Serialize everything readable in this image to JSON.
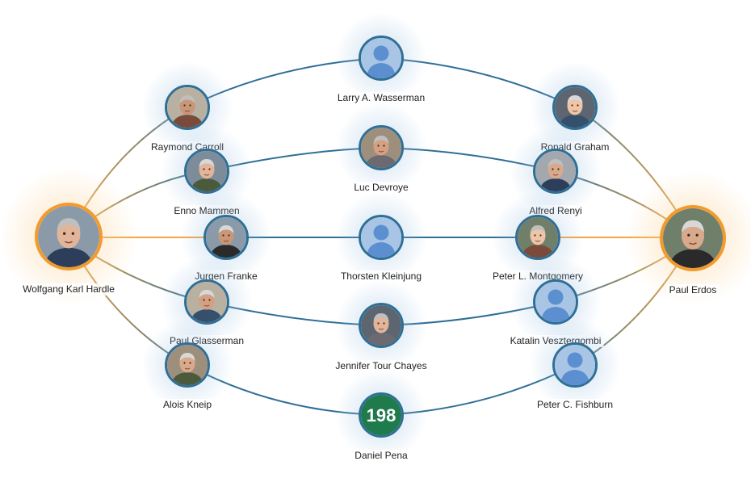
{
  "colors": {
    "edge": "#2f6f96",
    "edge_accent": "#f2a640",
    "node_border": "#2f6f96",
    "main_border": "#f29a2e",
    "placeholder_bg": "#a9c5e5",
    "placeholder_fg": "#5b8fcf",
    "badge_bg": "#1f7a4c"
  },
  "people": {
    "hardle": {
      "name": "Wolfgang Karl Hardle",
      "icon": "photo-portrait-icon"
    },
    "erdos": {
      "name": "Paul Erdos",
      "icon": "photo-portrait-icon"
    },
    "wasserman": {
      "name": "Larry A. Wasserman",
      "icon": "user-silhouette-icon"
    },
    "carroll": {
      "name": "Raymond Carroll",
      "icon": "photo-portrait-icon"
    },
    "graham": {
      "name": "Ronald Graham",
      "icon": "photo-portrait-icon"
    },
    "devroye": {
      "name": "Luc Devroye",
      "icon": "photo-portrait-icon"
    },
    "mammen": {
      "name": "Enno Mammen",
      "icon": "photo-portrait-icon"
    },
    "renyi": {
      "name": "Alfred Renyi",
      "icon": "photo-portrait-icon"
    },
    "franke": {
      "name": "Jurgen Franke",
      "icon": "photo-portrait-icon"
    },
    "kleinjung": {
      "name": "Thorsten Kleinjung",
      "icon": "user-silhouette-icon"
    },
    "montgomery": {
      "name": "Peter L. Montgomery",
      "icon": "photo-portrait-icon"
    },
    "glasserman": {
      "name": "Paul Glasserman",
      "icon": "photo-portrait-icon"
    },
    "chayes": {
      "name": "Jennifer Tour Chayes",
      "icon": "photo-portrait-icon"
    },
    "vesztergombi": {
      "name": "Katalin Vesztergombi",
      "icon": "user-silhouette-icon"
    },
    "kneip": {
      "name": "Alois Kneip",
      "icon": "photo-portrait-icon"
    },
    "fishburn": {
      "name": "Peter C. Fishburn",
      "icon": "user-silhouette-icon"
    },
    "pena": {
      "name": "Daniel Pena",
      "icon": "number-badge-icon",
      "badge_text": "198"
    }
  }
}
